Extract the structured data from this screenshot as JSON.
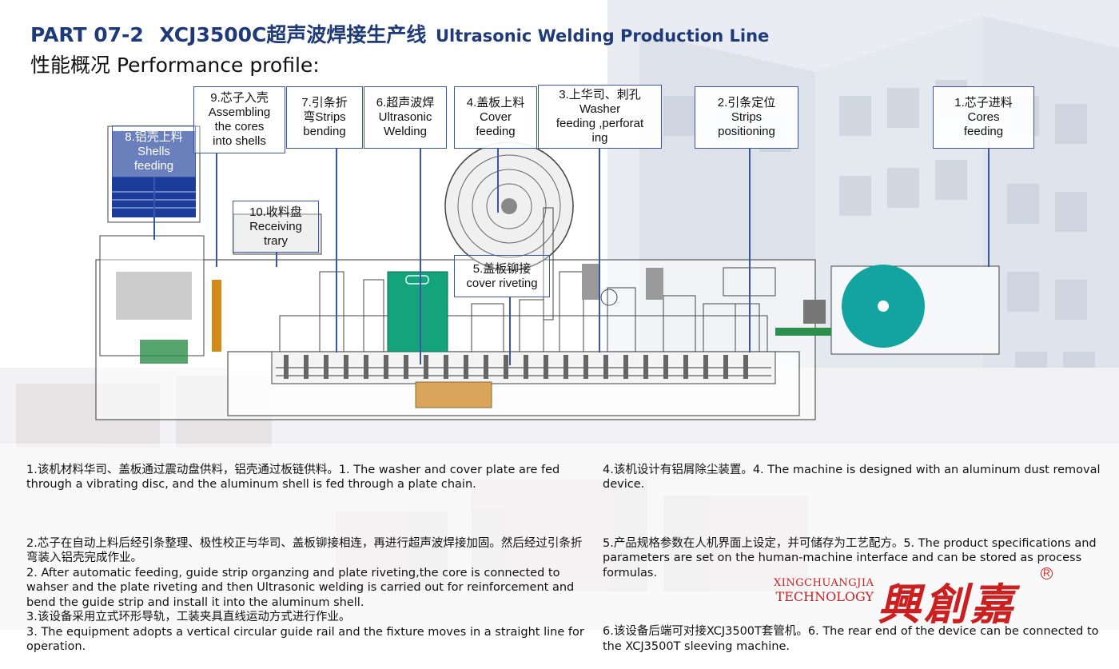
{
  "header": {
    "part": "PART 07-2",
    "model_cn": "XCJ3500C超声波焊接生产线",
    "title_en": "Ultrasonic Welding Production Line",
    "subtitle": "性能概况 Performance profile:"
  },
  "callouts": [
    {
      "id": "c1",
      "text": "1.芯子进料\nCores\nfeeding"
    },
    {
      "id": "c2",
      "text": "2.引条定位\nStrips\npositioning"
    },
    {
      "id": "c3",
      "text": "3.上华司、刺孔\nWasher\nfeeding ,perforat\ning"
    },
    {
      "id": "c4",
      "text": "4.盖板上料\nCover\nfeeding"
    },
    {
      "id": "c5",
      "text": "5.盖板铆接\ncover riveting"
    },
    {
      "id": "c6",
      "text": "6.超声波焊\nUltrasonic\nWelding"
    },
    {
      "id": "c7",
      "text": "7.引条折\n弯Strips\nbending"
    },
    {
      "id": "c8",
      "text": "8.铝壳上料\nShells\nfeeding"
    },
    {
      "id": "c9",
      "text": "9.芯子入壳\nAssembling\nthe cores\ninto shells"
    },
    {
      "id": "c10",
      "text": "10.收料盘\nReceiving\ntrary"
    }
  ],
  "description_left": {
    "p1": "1.该机材料华司、盖板通过震动盘供料，铝壳通过板链供料。1. The washer and cover plate are fed through a vibrating disc, and the aluminum shell is fed through a plate chain.",
    "p2": "2.芯子在自动上料后经引条整理、极性校正与华司、盖板铆接相连，再进行超声波焊接加固。然后经过引条折弯装入铝壳完成作业。\n2. After automatic feeding, guide strip organzing  and plate riveting,the core is connected to wahser and the plate riveting and then Ultrasonic welding is carried out for reinforcement and bend the guide strip and install it into the aluminum shell.\n3.该设备采用立式环形导轨，工装夹具直线运动方式进行作业。\n3. The equipment adopts a vertical circular guide rail and the fixture moves in a straight line for operation."
  },
  "description_right": {
    "p4": "4.该机设计有铝屑除尘装置。4. The machine is designed with an aluminum dust removal device.",
    "p5": "5.产品规格参数在人机界面上设定，并可储存为工艺配方。5. The product specifications and parameters are set on the human-machine interface and can be stored as process formulas.",
    "p6": "6.该设备后端可对接XCJ3500T套管机。6. The rear end of the device can be connected to the XCJ3500T sleeving machine."
  },
  "logo": {
    "en_line1": "XINGCHUANGJIA",
    "en_line2": "TECHNOLOGY",
    "cn": "興創嘉",
    "reg": "R",
    "color": "#cc1f1f"
  },
  "colors": {
    "title": "#1f3a78",
    "callout_border": "#3957a6",
    "teal_disc": "#13a3a0",
    "chain_blue": "#1b3c9a",
    "green_box": "#14a37b"
  }
}
